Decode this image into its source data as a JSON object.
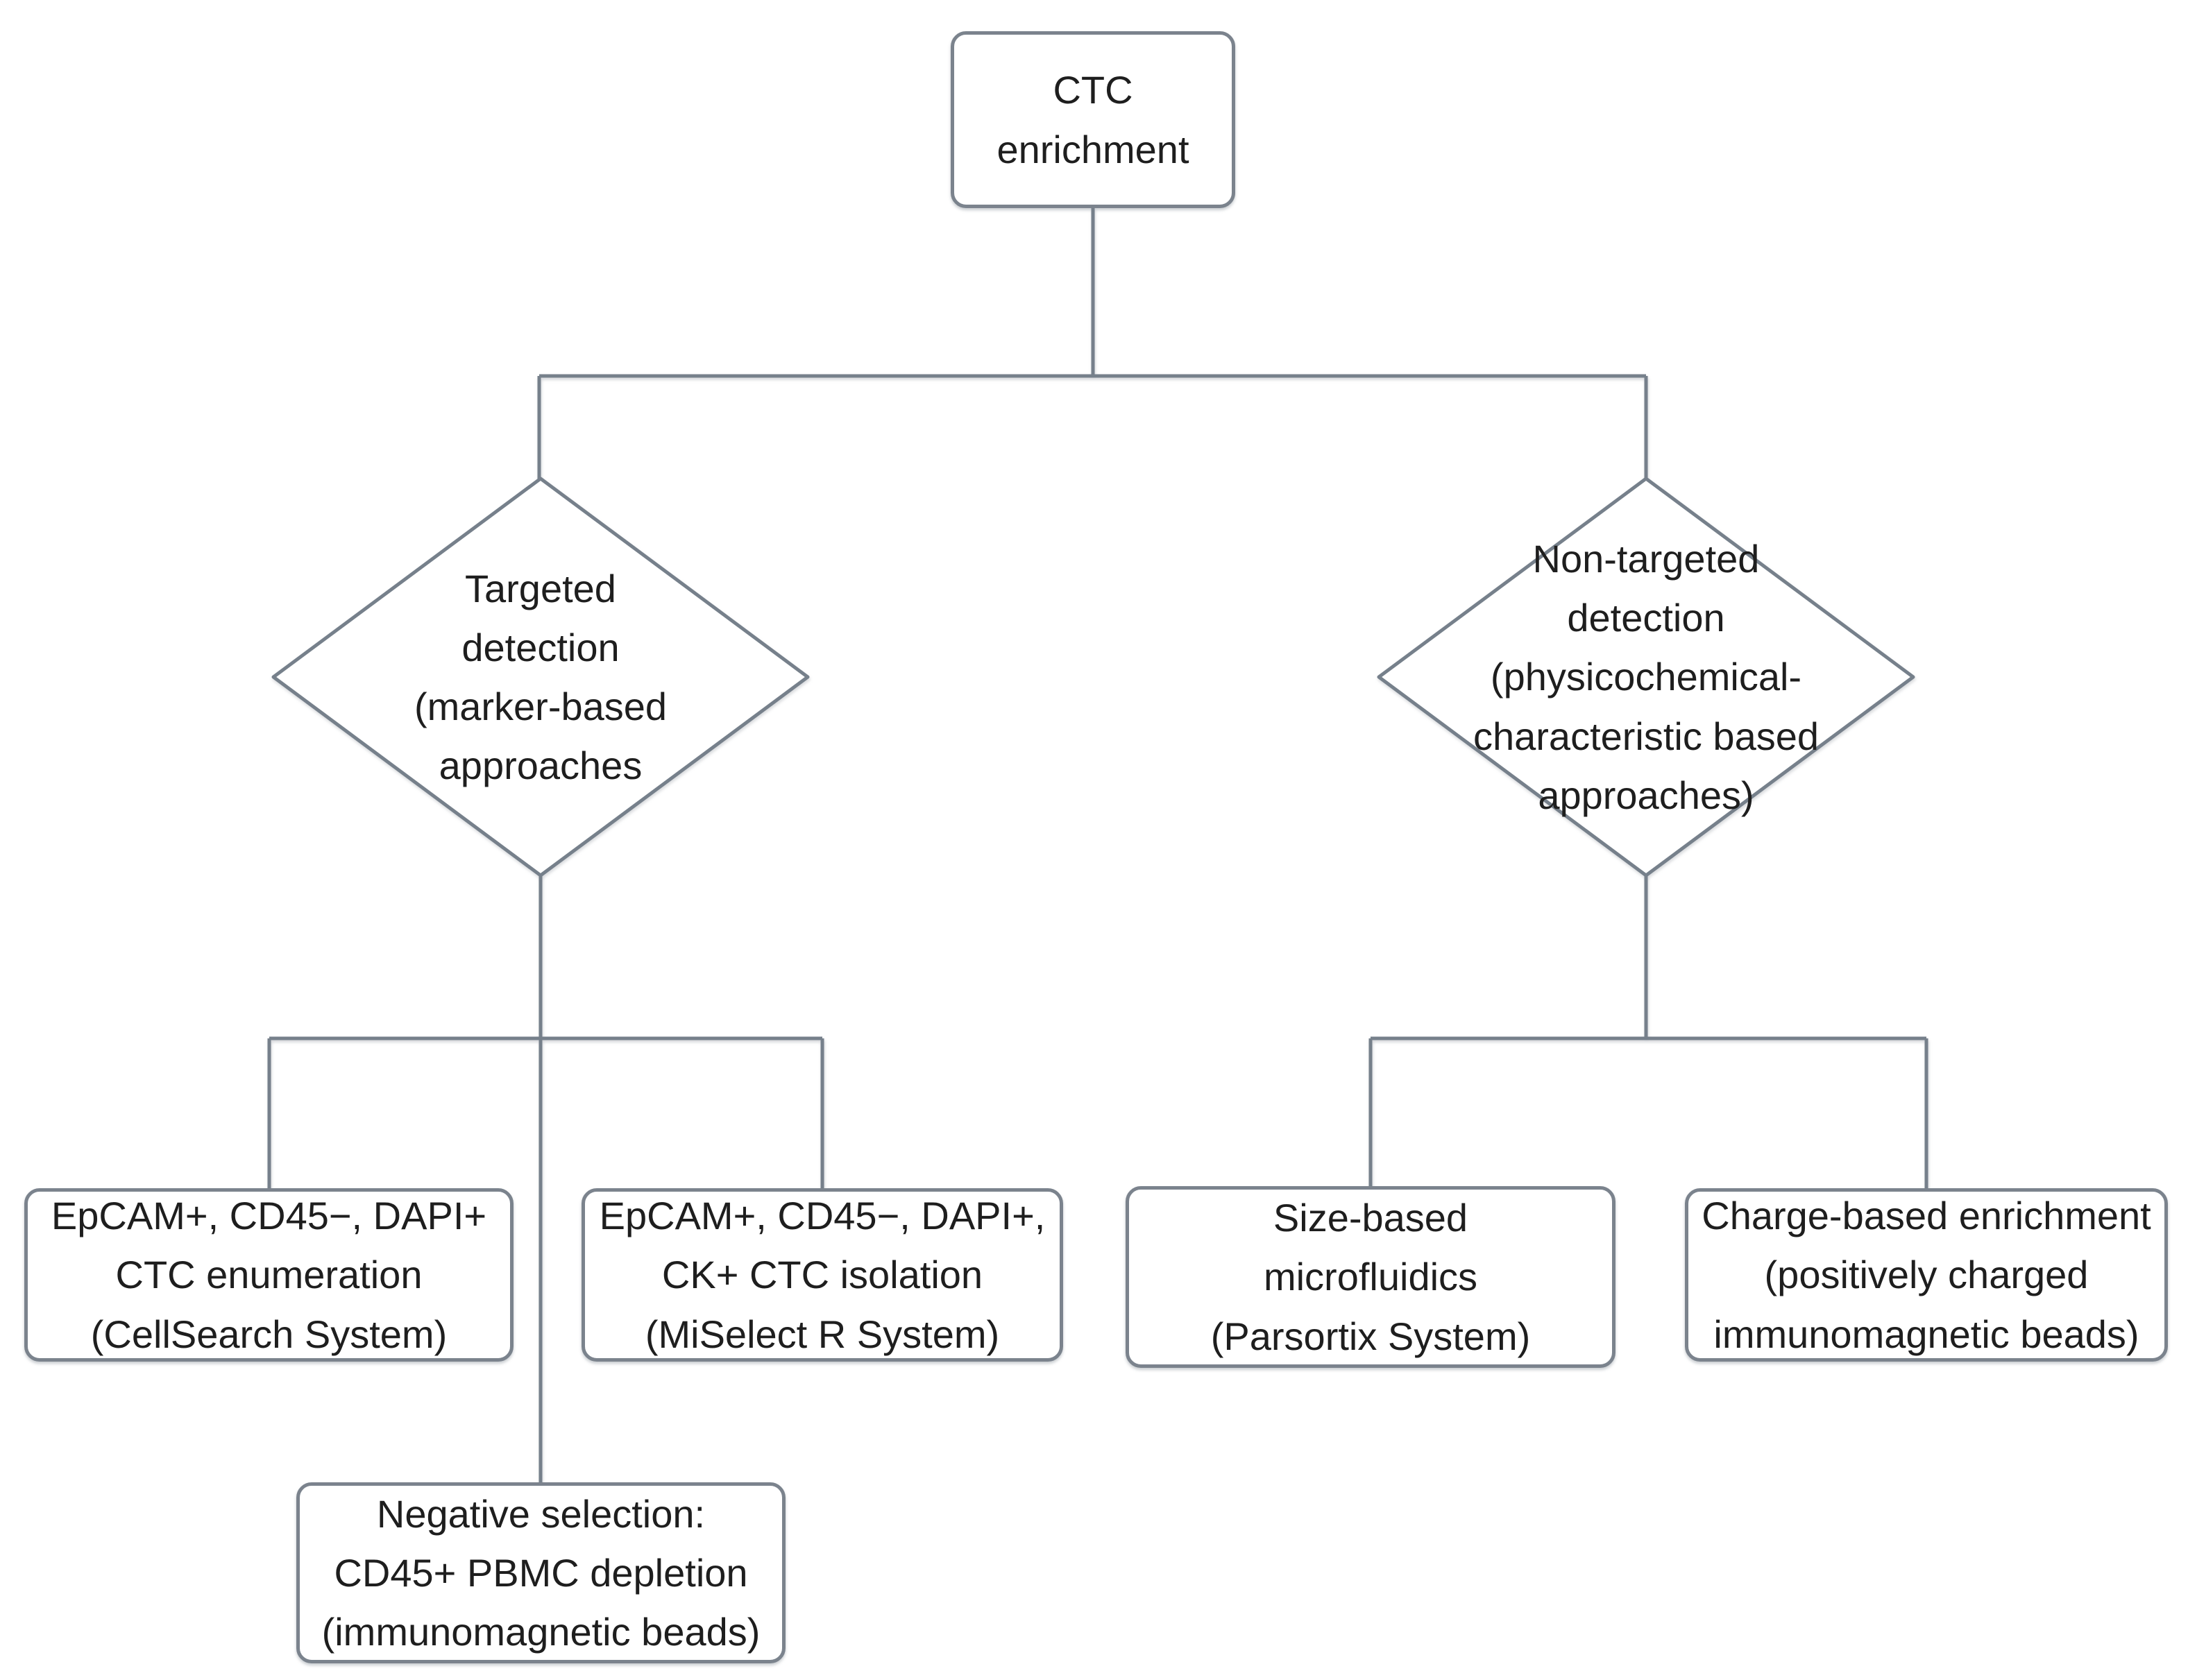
{
  "diagram": {
    "title": "CTC enrichment flowchart",
    "colors": {
      "line": "#76808b",
      "box_border": "#7b838d",
      "text": "#1e1e1e",
      "background": "#ffffff"
    },
    "root": {
      "label": "CTC\nenrichment"
    },
    "branches": {
      "targeted": {
        "decision": {
          "label": "Targeted\ndetection\n(marker-based\napproaches"
        },
        "children": [
          {
            "label": "EpCAM+, CD45−, DAPI+\nCTC enumeration\n(CellSearch System)"
          },
          {
            "label": "EpCAM+, CD45−, DAPI+,\nCK+ CTC isolation\n(MiSelect R System)"
          },
          {
            "label": "Negative selection:\nCD45+ PBMC depletion\n(immunomagnetic beads)"
          }
        ]
      },
      "non_targeted": {
        "decision": {
          "label": "Non-targeted\ndetection\n(physicochemical-\ncharacteristic based\napproaches)"
        },
        "children": [
          {
            "label": "Size-based\nmicrofluidics\n(Parsortix System)"
          },
          {
            "label": "Charge-based enrichment\n(positively charged\nimmunomagnetic beads)"
          }
        ]
      }
    }
  }
}
